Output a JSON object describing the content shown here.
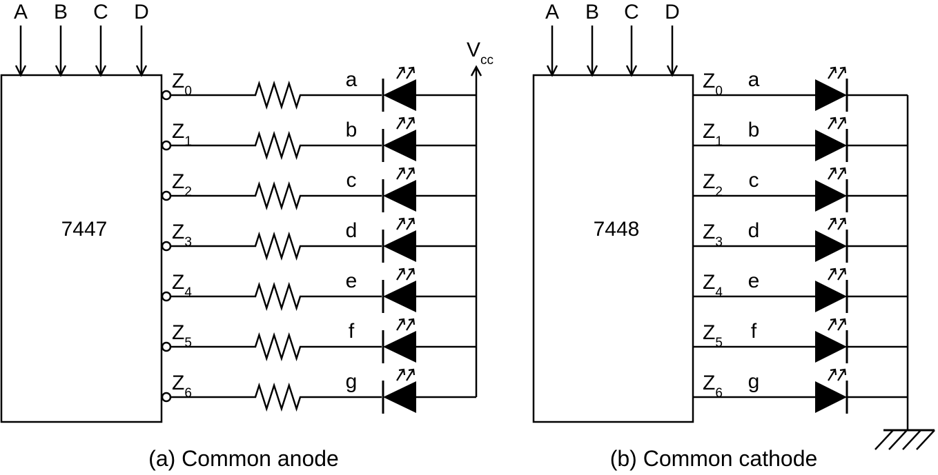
{
  "panel_a": {
    "inputs": [
      "A",
      "B",
      "C",
      "D"
    ],
    "chip_label": "7447",
    "outputs": [
      {
        "pin": "Z",
        "sub": "0",
        "segment": "a"
      },
      {
        "pin": "Z",
        "sub": "1",
        "segment": "b"
      },
      {
        "pin": "Z",
        "sub": "2",
        "segment": "c"
      },
      {
        "pin": "Z",
        "sub": "3",
        "segment": "d"
      },
      {
        "pin": "Z",
        "sub": "4",
        "segment": "e"
      },
      {
        "pin": "Z",
        "sub": "5",
        "segment": "f"
      },
      {
        "pin": "Z",
        "sub": "6",
        "segment": "g"
      }
    ],
    "supply_label": "V",
    "supply_sub": "cc",
    "caption": "(a) Common anode"
  },
  "panel_b": {
    "inputs": [
      "A",
      "B",
      "C",
      "D"
    ],
    "chip_label": "7448",
    "outputs": [
      {
        "pin": "Z",
        "sub": "0",
        "segment": "a"
      },
      {
        "pin": "Z",
        "sub": "1",
        "segment": "b"
      },
      {
        "pin": "Z",
        "sub": "2",
        "segment": "c"
      },
      {
        "pin": "Z",
        "sub": "3",
        "segment": "d"
      },
      {
        "pin": "Z",
        "sub": "4",
        "segment": "e"
      },
      {
        "pin": "Z",
        "sub": "5",
        "segment": "f"
      },
      {
        "pin": "Z",
        "sub": "6",
        "segment": "g"
      }
    ],
    "caption": "(b) Common cathode"
  },
  "icons": [
    "input-arrow-icon",
    "resistor-icon",
    "led-icon",
    "ground-icon",
    "vcc-arrow-icon",
    "inversion-bubble-icon"
  ]
}
